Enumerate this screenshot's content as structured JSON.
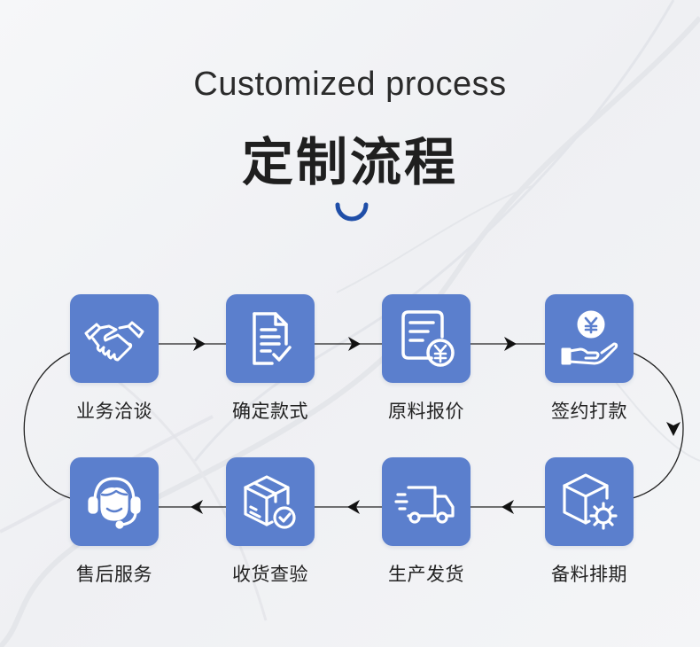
{
  "header": {
    "title_en": "Customized process",
    "title_cn": "定制流程"
  },
  "colors": {
    "tile": "#5b7fcd",
    "accent": "#1f4ea8",
    "line": "#222222"
  },
  "steps": [
    {
      "label": "业务洽谈",
      "icon": "handshake-icon"
    },
    {
      "label": "确定款式",
      "icon": "document-check-icon"
    },
    {
      "label": "原料报价",
      "icon": "invoice-yen-icon"
    },
    {
      "label": "签约打款",
      "icon": "hand-yen-coin-icon"
    },
    {
      "label": "备料排期",
      "icon": "box-gear-icon"
    },
    {
      "label": "生产发货",
      "icon": "delivery-truck-icon"
    },
    {
      "label": "收货查验",
      "icon": "package-check-icon"
    },
    {
      "label": "售后服务",
      "icon": "customer-service-headset-icon"
    }
  ]
}
